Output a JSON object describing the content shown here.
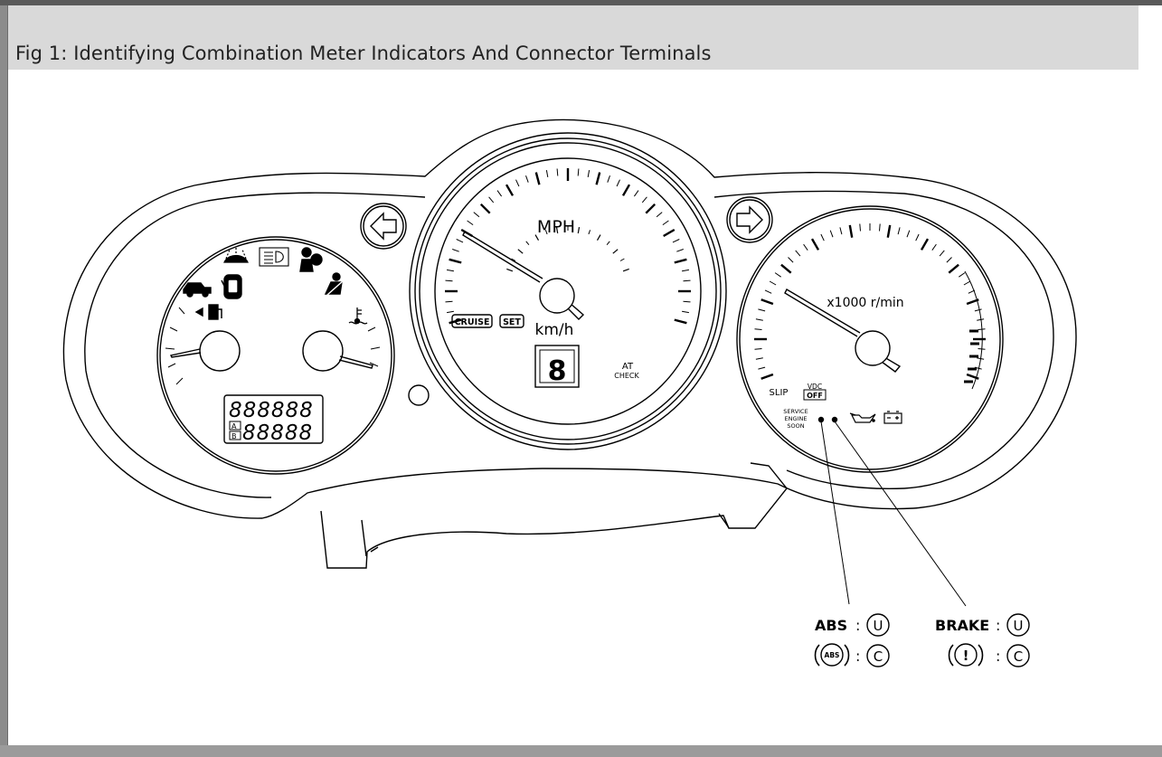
{
  "figure": {
    "title": "Fig 1: Identifying Combination Meter Indicators And Connector Terminals"
  },
  "speedometer": {
    "unit_top": "MPH",
    "unit_bottom": "km/h",
    "cruise_label": "CRUISE",
    "set_label": "SET",
    "at_check_line1": "AT",
    "at_check_line2": "CHECK",
    "gear_digit": "8"
  },
  "tachometer": {
    "unit": "x1000 r/min",
    "slip_label": "SLIP",
    "vdc_label": "VDC",
    "off_label": "OFF",
    "service_line1": "SERVICE",
    "service_line2": "ENGINE",
    "service_line3": "SOON"
  },
  "odometer": {
    "row1": "888888",
    "row2": "88888",
    "trip_a": "A",
    "trip_b": "B"
  },
  "callouts": {
    "abs_label": "ABS",
    "abs_symbol": "ABS",
    "brake_label": "BRAKE",
    "brake_symbol": "!",
    "separator": ":",
    "terminal_u": "U",
    "terminal_c": "C"
  },
  "icons": [
    "left-turn-arrow-icon",
    "right-turn-arrow-icon",
    "washer-fluid-icon",
    "headlight-icon",
    "airbag-icon",
    "seatbelt-icon",
    "trunk-open-icon",
    "door-open-icon",
    "fuel-icon",
    "coolant-temperature-icon",
    "oil-pressure-icon",
    "battery-icon"
  ]
}
